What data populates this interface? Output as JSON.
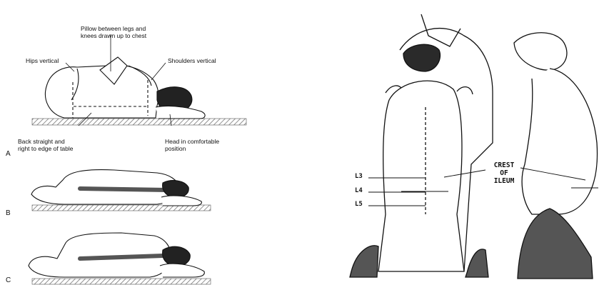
{
  "left_figure": {
    "labels": {
      "pillow": "Pillow between legs and\nknees drawn up to chest",
      "hips": "Hips vertical",
      "shoulders": "Shoulders vertical",
      "back": "Back straight and\nright to edge of table",
      "head": "Head in comfortable\nposition"
    },
    "panels": [
      "A",
      "B",
      "C"
    ]
  },
  "right_figure": {
    "levels": [
      "L3",
      "L4",
      "L5"
    ],
    "crest_label": "CREST\nOF\nILEUM"
  },
  "colors": {
    "ink": "#111111",
    "paper": "#ffffff",
    "hair": "#2a2a2a",
    "table": "#8a8a8a"
  }
}
